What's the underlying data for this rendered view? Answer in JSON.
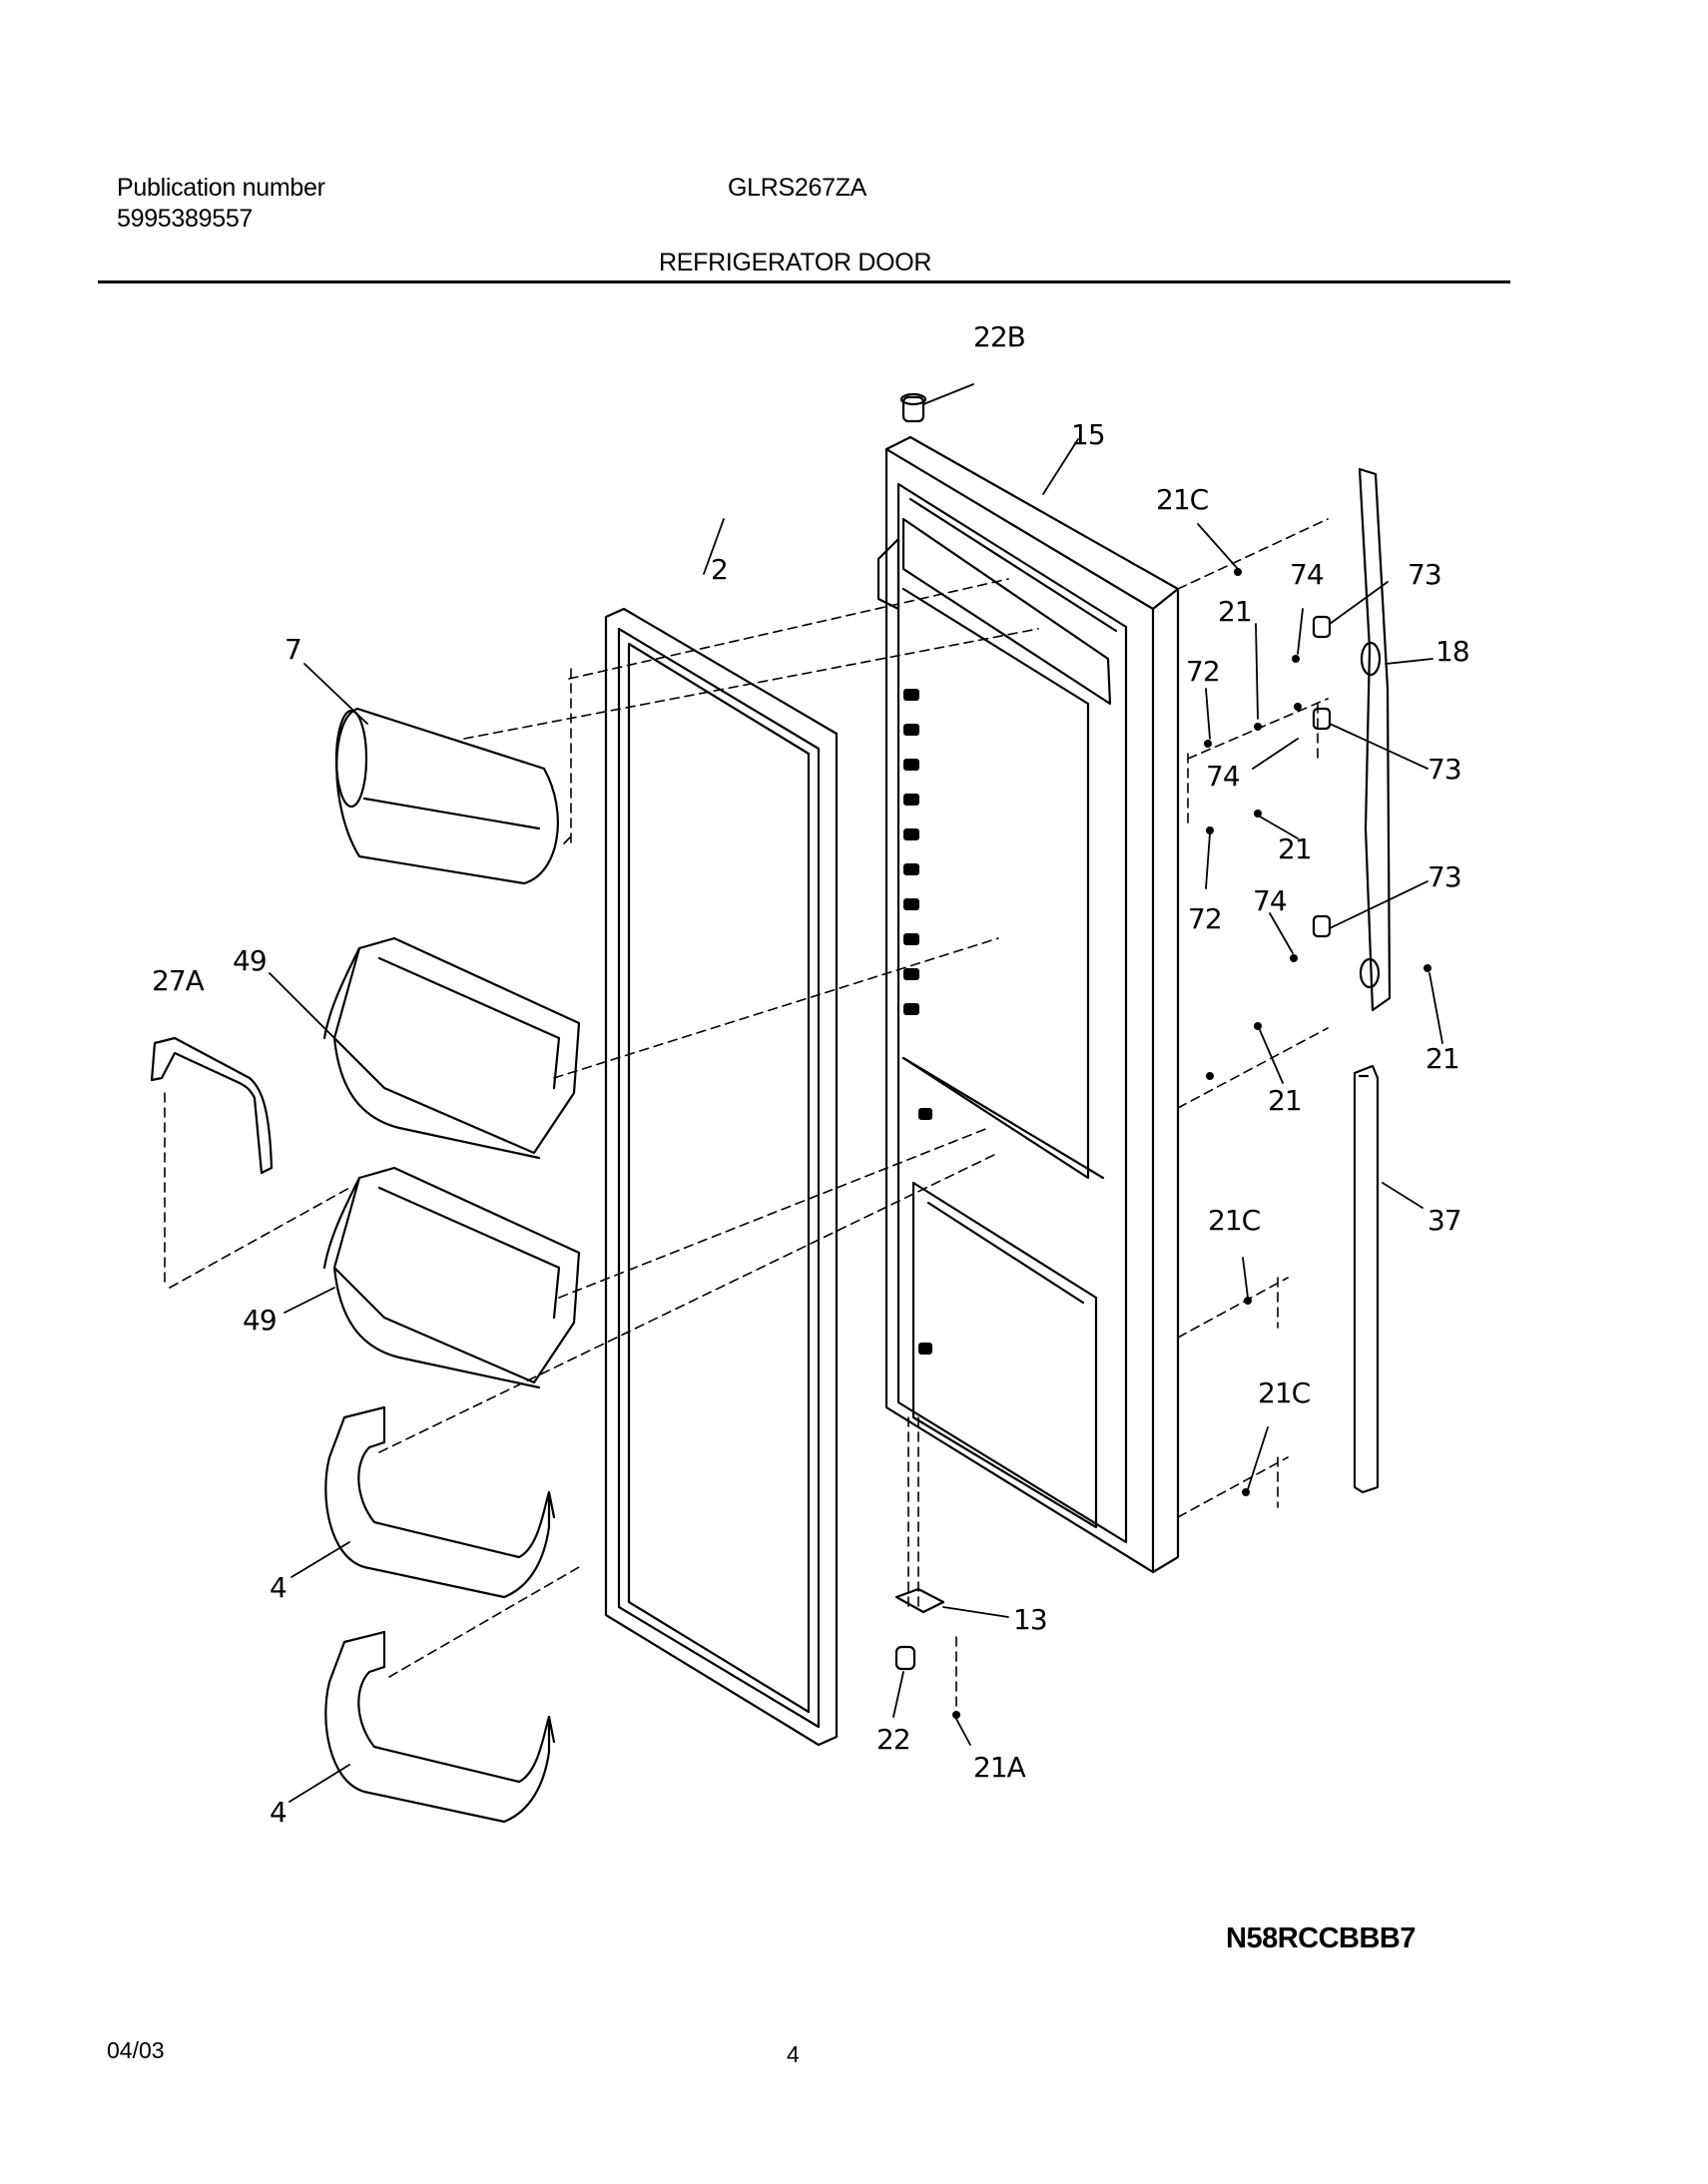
{
  "header": {
    "publication_label": "Publication number",
    "publication_number": "5995389557",
    "model": "GLRS267ZA",
    "section_title": "REFRIGERATOR DOOR"
  },
  "diagram": {
    "callouts": [
      "22B",
      "15",
      "21C",
      "2",
      "74",
      "73",
      "21",
      "18",
      "7",
      "72",
      "74",
      "73",
      "21",
      "73",
      "72",
      "74",
      "49",
      "27A",
      "21",
      "21",
      "37",
      "21C",
      "49",
      "21C",
      "4",
      "13",
      "22",
      "21A",
      "4"
    ]
  },
  "drawing_code": "N58RCCBBB7",
  "footer": {
    "date": "04/03",
    "page": "4"
  }
}
